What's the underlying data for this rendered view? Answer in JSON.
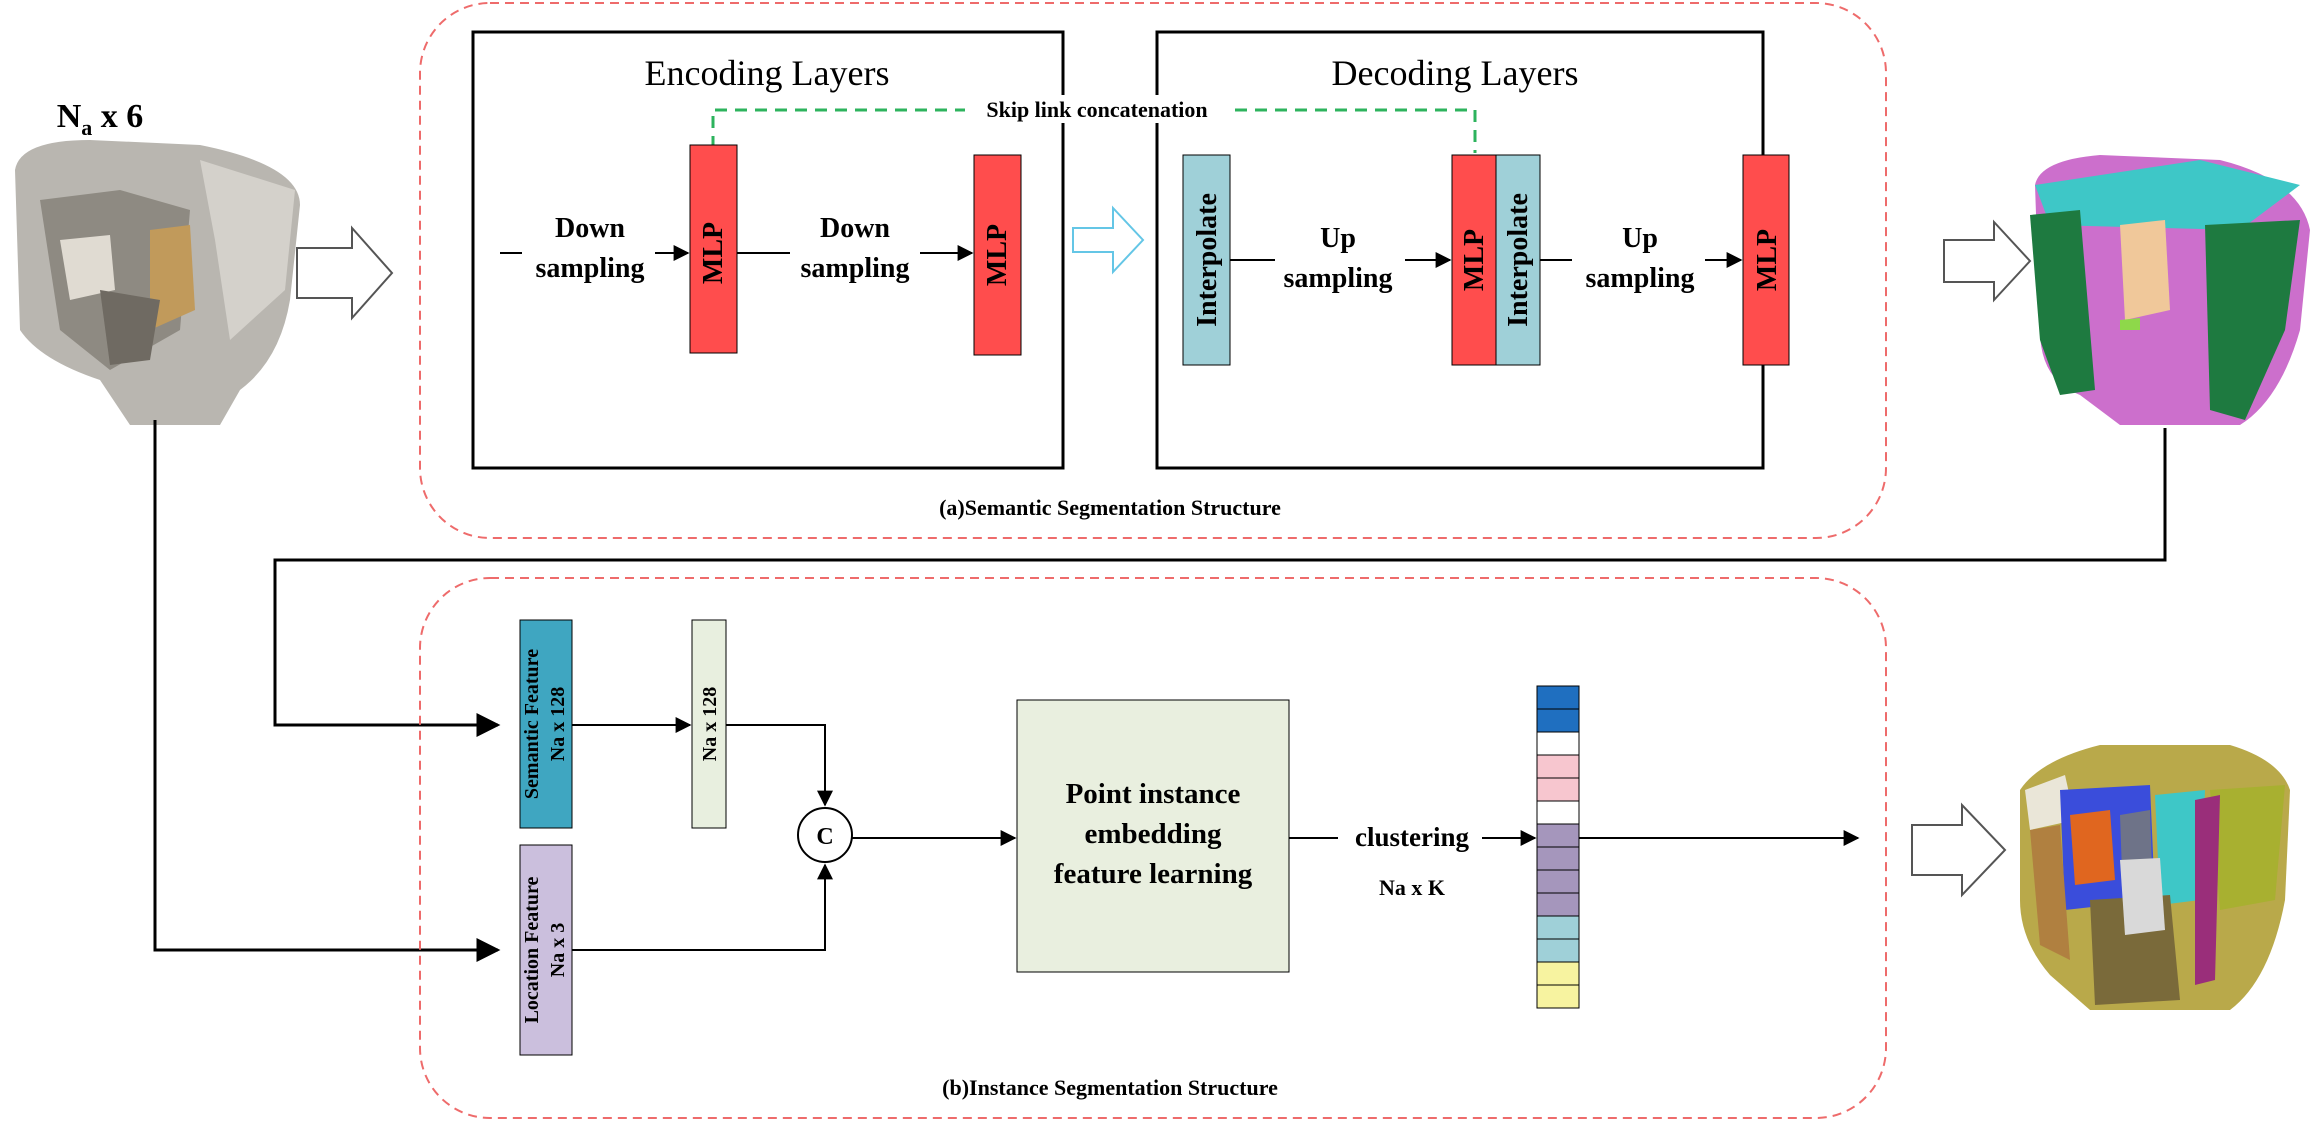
{
  "input": {
    "label_main": "N",
    "label_sub": "a",
    "label_rest": " x 6"
  },
  "semantic": {
    "title": "(a)Semantic Segmentation Structure",
    "encoding_title": "Encoding Layers",
    "decoding_title": "Decoding Layers",
    "skip_label": "Skip link concatenation",
    "down1_line1": "Down",
    "down1_line2": "sampling",
    "down2_line1": "Down",
    "down2_line2": "sampling",
    "up1_line1": "Up",
    "up1_line2": "sampling",
    "up2_line1": "Up",
    "up2_line2": "sampling",
    "mlp": "MLP",
    "interpolate": "Interpolate"
  },
  "instance": {
    "title": "(b)Instance Segmentation Structure",
    "semantic_feature_line1": "Semantic Feature",
    "semantic_feature_line2": "Na x 128",
    "na128": "Na x 128",
    "location_feature_line1": "Location Feature",
    "location_feature_line2": "Na x 3",
    "concat": "C",
    "embed_line1": "Point instance",
    "embed_line2": "embedding",
    "embed_line3": "feature learning",
    "clustering": "clustering",
    "nak": "Na x K"
  },
  "colors": {
    "mlp_red": "#ff4d4d",
    "interp_blue": "#9fd0d8",
    "semantic_teal": "#3fa6c1",
    "location_purple": "#cbbfdd",
    "na128_green": "#e8efdf",
    "embed_green": "#e9efdf",
    "skip_green": "#2db35d",
    "dashed_red": "#ee6b6b"
  }
}
